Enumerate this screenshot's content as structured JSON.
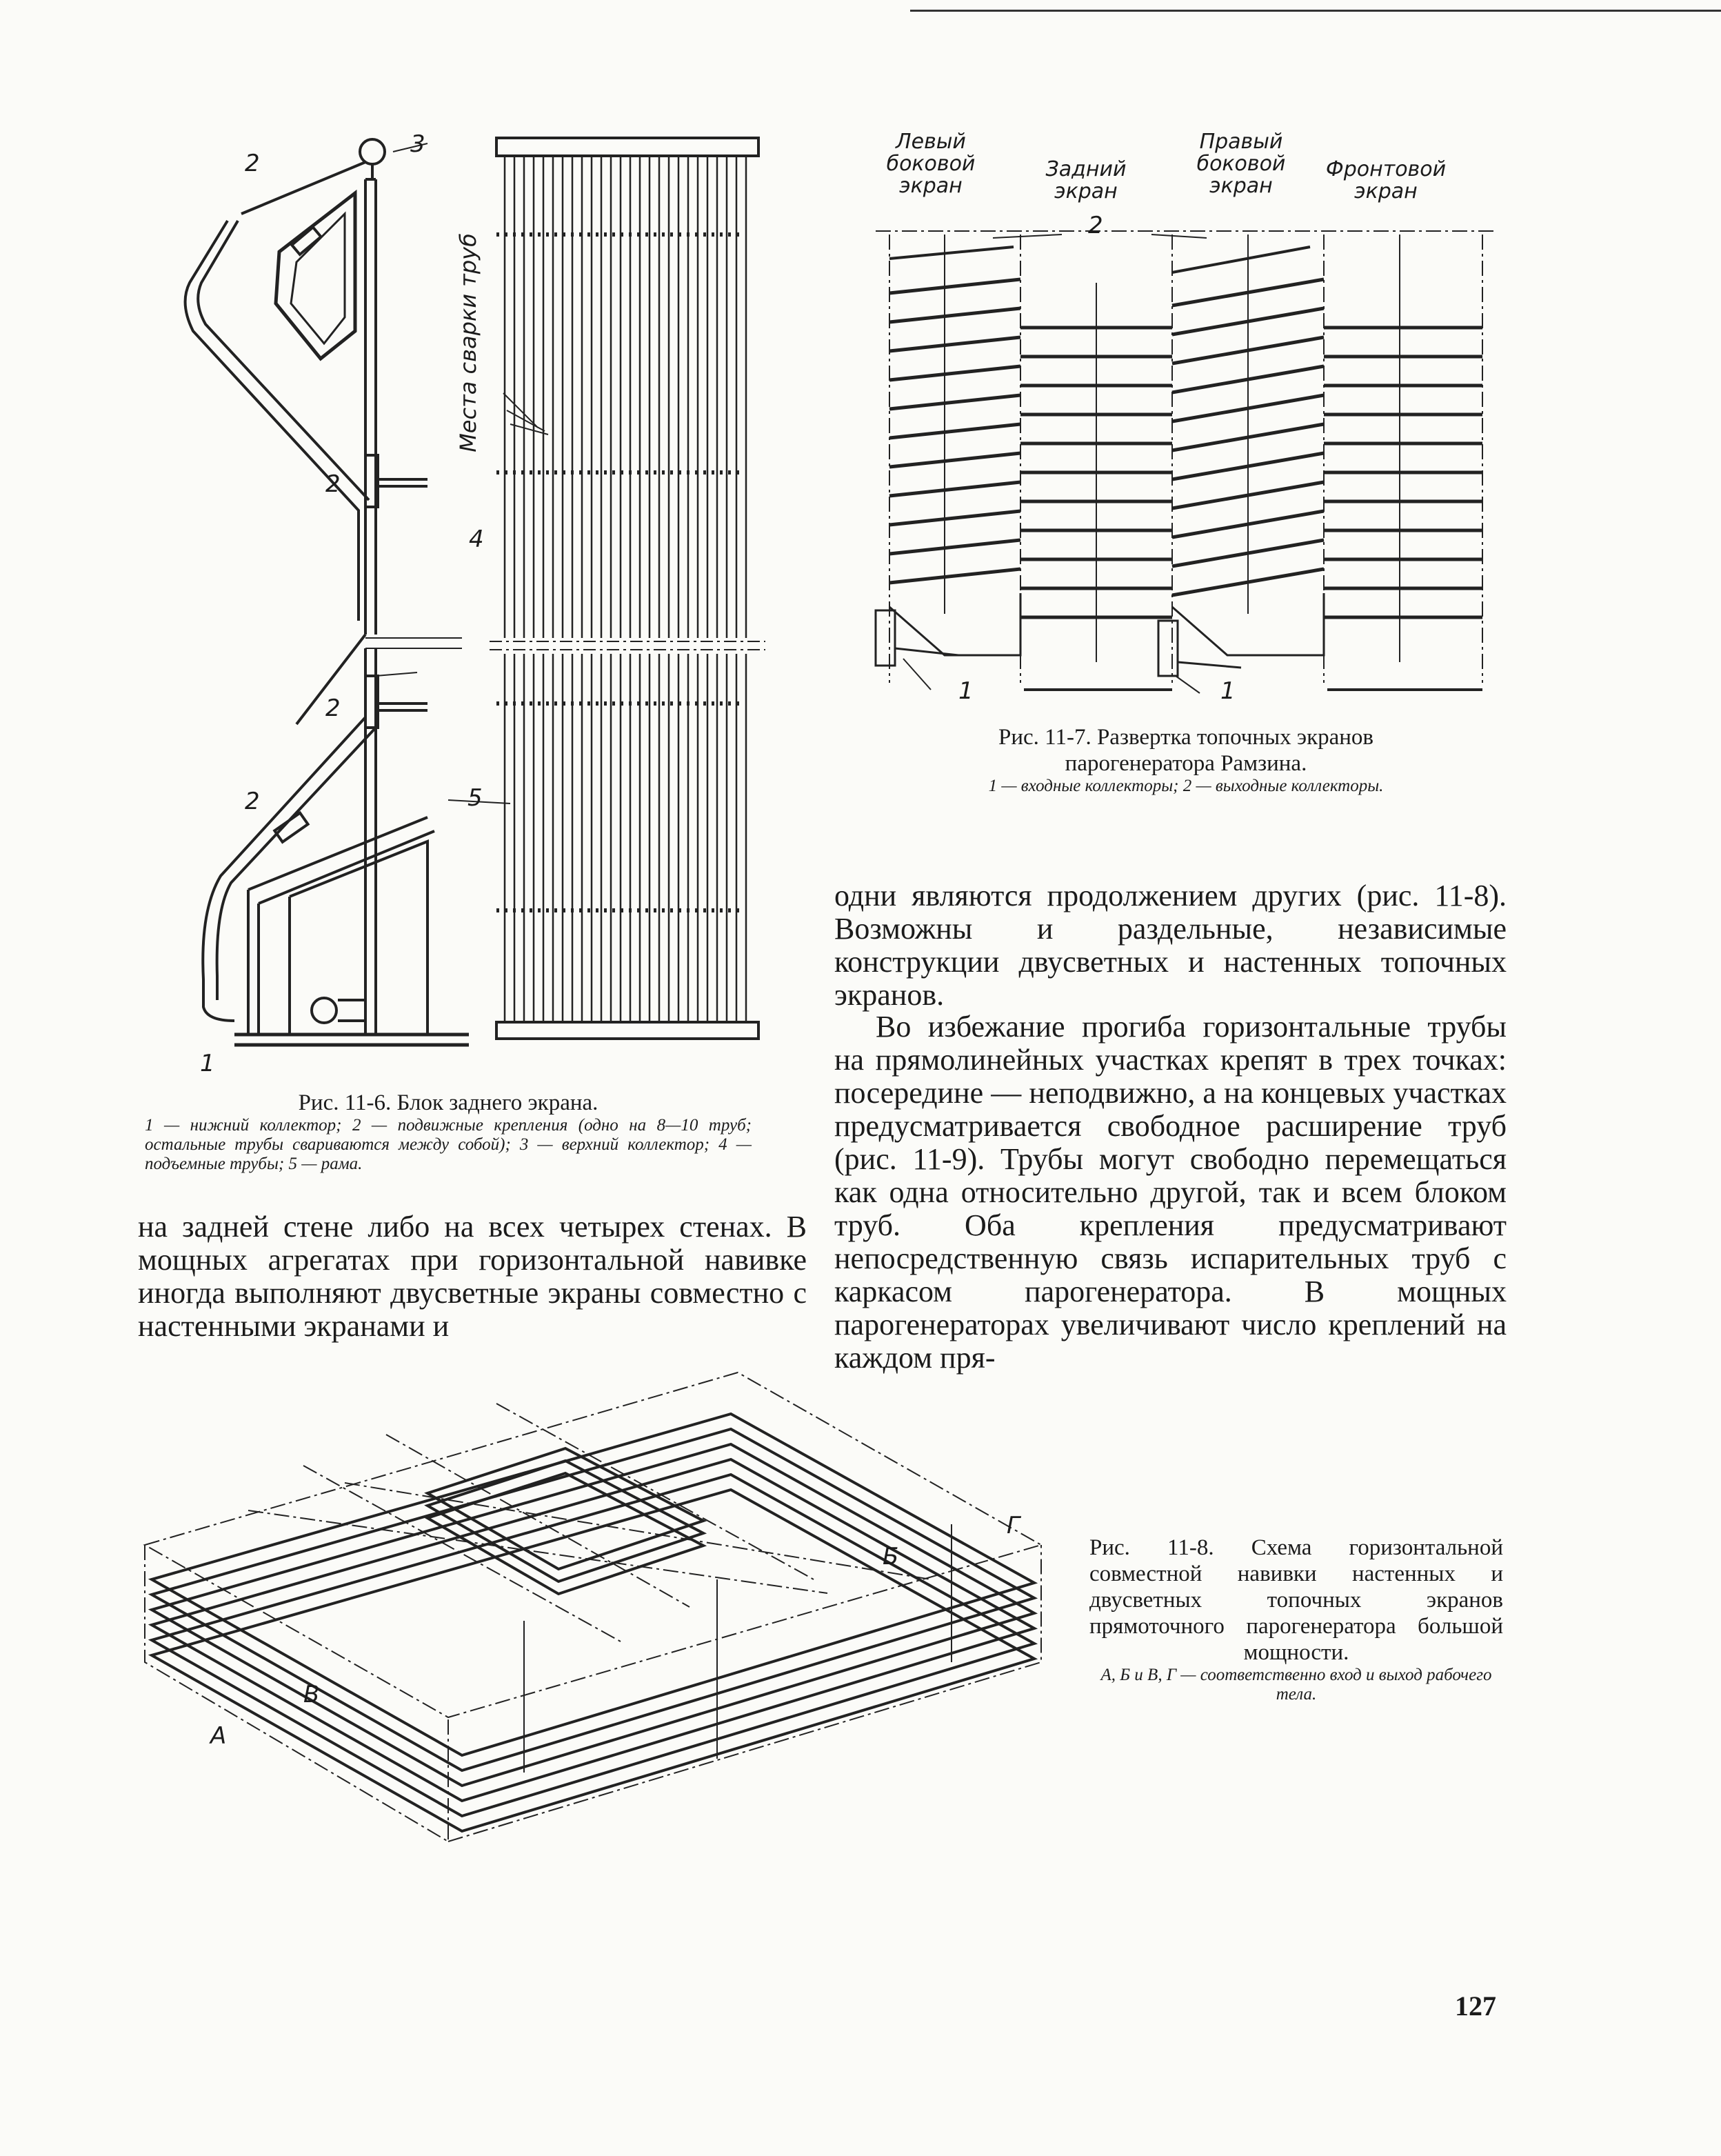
{
  "page_number": "127",
  "fig_11_6": {
    "caption": "Рис. 11-6. Блок заднего экрана.",
    "legend": "1 — нижний коллектор; 2 — подвижные крепления (одно на 8—10 труб; остальные трубы свариваются между собой); 3 — верхний коллектор; 4 — подъемные трубы; 5 — рама.",
    "labels": {
      "n1": "1",
      "n2a": "2",
      "n2b": "2",
      "n2c": "2",
      "n2d": "2",
      "n3": "3",
      "n4": "4",
      "n5": "5",
      "weld": "Места сварки труб"
    }
  },
  "fig_11_7": {
    "caption": "Рис. 11-7. Развертка топочных экранов парогенератора Рамзина.",
    "legend": "1 — входные коллекторы; 2 — выходные коллекторы.",
    "headers": [
      "Левый боковой экран",
      "Задний экран",
      "Правый боковой экран",
      "Фронтовой экран"
    ],
    "labels": {
      "n2": "2",
      "n1a": "1",
      "n1b": "1"
    }
  },
  "fig_11_8": {
    "caption": "Рис. 11-8. Схема горизонтальной совместной навивки настенных и двусветных топочных экранов прямоточного парогенератора большой мощности.",
    "legend": "А, Б и В, Г — соответственно вход и выход рабочего тела.",
    "labels": {
      "A": "А",
      "B": "Б",
      "V": "В",
      "G": "Г"
    }
  },
  "text": {
    "left_col": "на задней стене либо на всех четырех стенах. В мощных агрегатах при горизонтальной навивке иногда выполняют двусветные экраны совместно с настенными экранами и",
    "right_col_p1": "одни являются продолжением других (рис. 11-8). Возможны и раздельные, независимые конструкции двусветных и настенных топочных экранов.",
    "right_col_p2": "Во избежание прогиба горизонтальные трубы на прямолинейных участках крепят в трех точках: посередине — неподвижно, а на концевых участках предусматривается свободное расширение труб (рис. 11-9). Трубы могут свободно перемещаться как одна относительно другой, так и всем блоком труб. Оба крепления предусматривают непосредственную связь испарительных труб с каркасом парогенератора. В мощных парогенераторах увеличивают число креплений на каждом пря-"
  }
}
